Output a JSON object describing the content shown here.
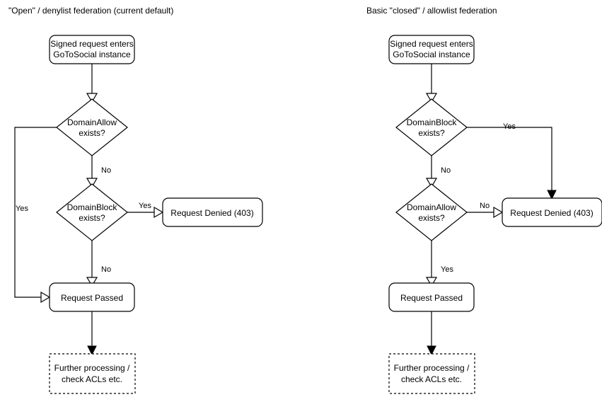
{
  "diagram": {
    "type": "flowchart",
    "background_color": "#ffffff",
    "stroke_color": "#000000",
    "text_color": "#000000",
    "columns": [
      {
        "id": "open-denylist",
        "title": "\"Open\" / denylist federation (current default)",
        "nodes": [
          {
            "id": "entry",
            "shape": "rounded-rect",
            "label_line1": "Signed request enters",
            "label_line2": "GoToSocial instance"
          },
          {
            "id": "domain-allow",
            "shape": "diamond",
            "label_line1": "DomainAllow",
            "label_line2": "exists?"
          },
          {
            "id": "domain-block",
            "shape": "diamond",
            "label_line1": "DomainBlock",
            "label_line2": "exists?"
          },
          {
            "id": "request-denied",
            "shape": "rounded-rect",
            "label_line1": "Request Denied (403)",
            "label_line2": ""
          },
          {
            "id": "request-passed",
            "shape": "rounded-rect",
            "label_line1": "Request Passed",
            "label_line2": ""
          },
          {
            "id": "further-processing",
            "shape": "dashed-rect",
            "label_line1": "Further processing /",
            "label_line2": "check ACLs etc."
          }
        ],
        "edges": [
          {
            "id": "entry-to-allow",
            "label": "",
            "arrowhead": "open"
          },
          {
            "id": "allow-yes-to-passed",
            "label": "Yes",
            "arrowhead": "open"
          },
          {
            "id": "allow-no-to-block",
            "label": "No",
            "arrowhead": "open"
          },
          {
            "id": "block-yes-to-denied",
            "label": "Yes",
            "arrowhead": "open"
          },
          {
            "id": "block-no-to-passed",
            "label": "No",
            "arrowhead": "open"
          },
          {
            "id": "passed-to-further",
            "label": "",
            "arrowhead": "filled"
          }
        ]
      },
      {
        "id": "closed-allowlist",
        "title": "Basic \"closed\" / allowlist federation",
        "nodes": [
          {
            "id": "entry",
            "shape": "rounded-rect",
            "label_line1": "Signed request enters",
            "label_line2": "GoToSocial instance"
          },
          {
            "id": "domain-block",
            "shape": "diamond",
            "label_line1": "DomainBlock",
            "label_line2": "exists?"
          },
          {
            "id": "domain-allow",
            "shape": "diamond",
            "label_line1": "DomainAllow",
            "label_line2": "exists?"
          },
          {
            "id": "request-denied",
            "shape": "rounded-rect",
            "label_line1": "Request Denied (403)",
            "label_line2": ""
          },
          {
            "id": "request-passed",
            "shape": "rounded-rect",
            "label_line1": "Request Passed",
            "label_line2": ""
          },
          {
            "id": "further-processing",
            "shape": "dashed-rect",
            "label_line1": "Further processing /",
            "label_line2": "check ACLs etc."
          }
        ],
        "edges": [
          {
            "id": "entry-to-block",
            "label": "",
            "arrowhead": "open"
          },
          {
            "id": "block-yes-to-denied",
            "label": "Yes",
            "arrowhead": "filled"
          },
          {
            "id": "block-no-to-allow",
            "label": "No",
            "arrowhead": "open"
          },
          {
            "id": "allow-no-to-denied",
            "label": "No",
            "arrowhead": "open"
          },
          {
            "id": "allow-yes-to-passed",
            "label": "Yes",
            "arrowhead": "open"
          },
          {
            "id": "passed-to-further",
            "label": "",
            "arrowhead": "filled"
          }
        ]
      }
    ]
  }
}
